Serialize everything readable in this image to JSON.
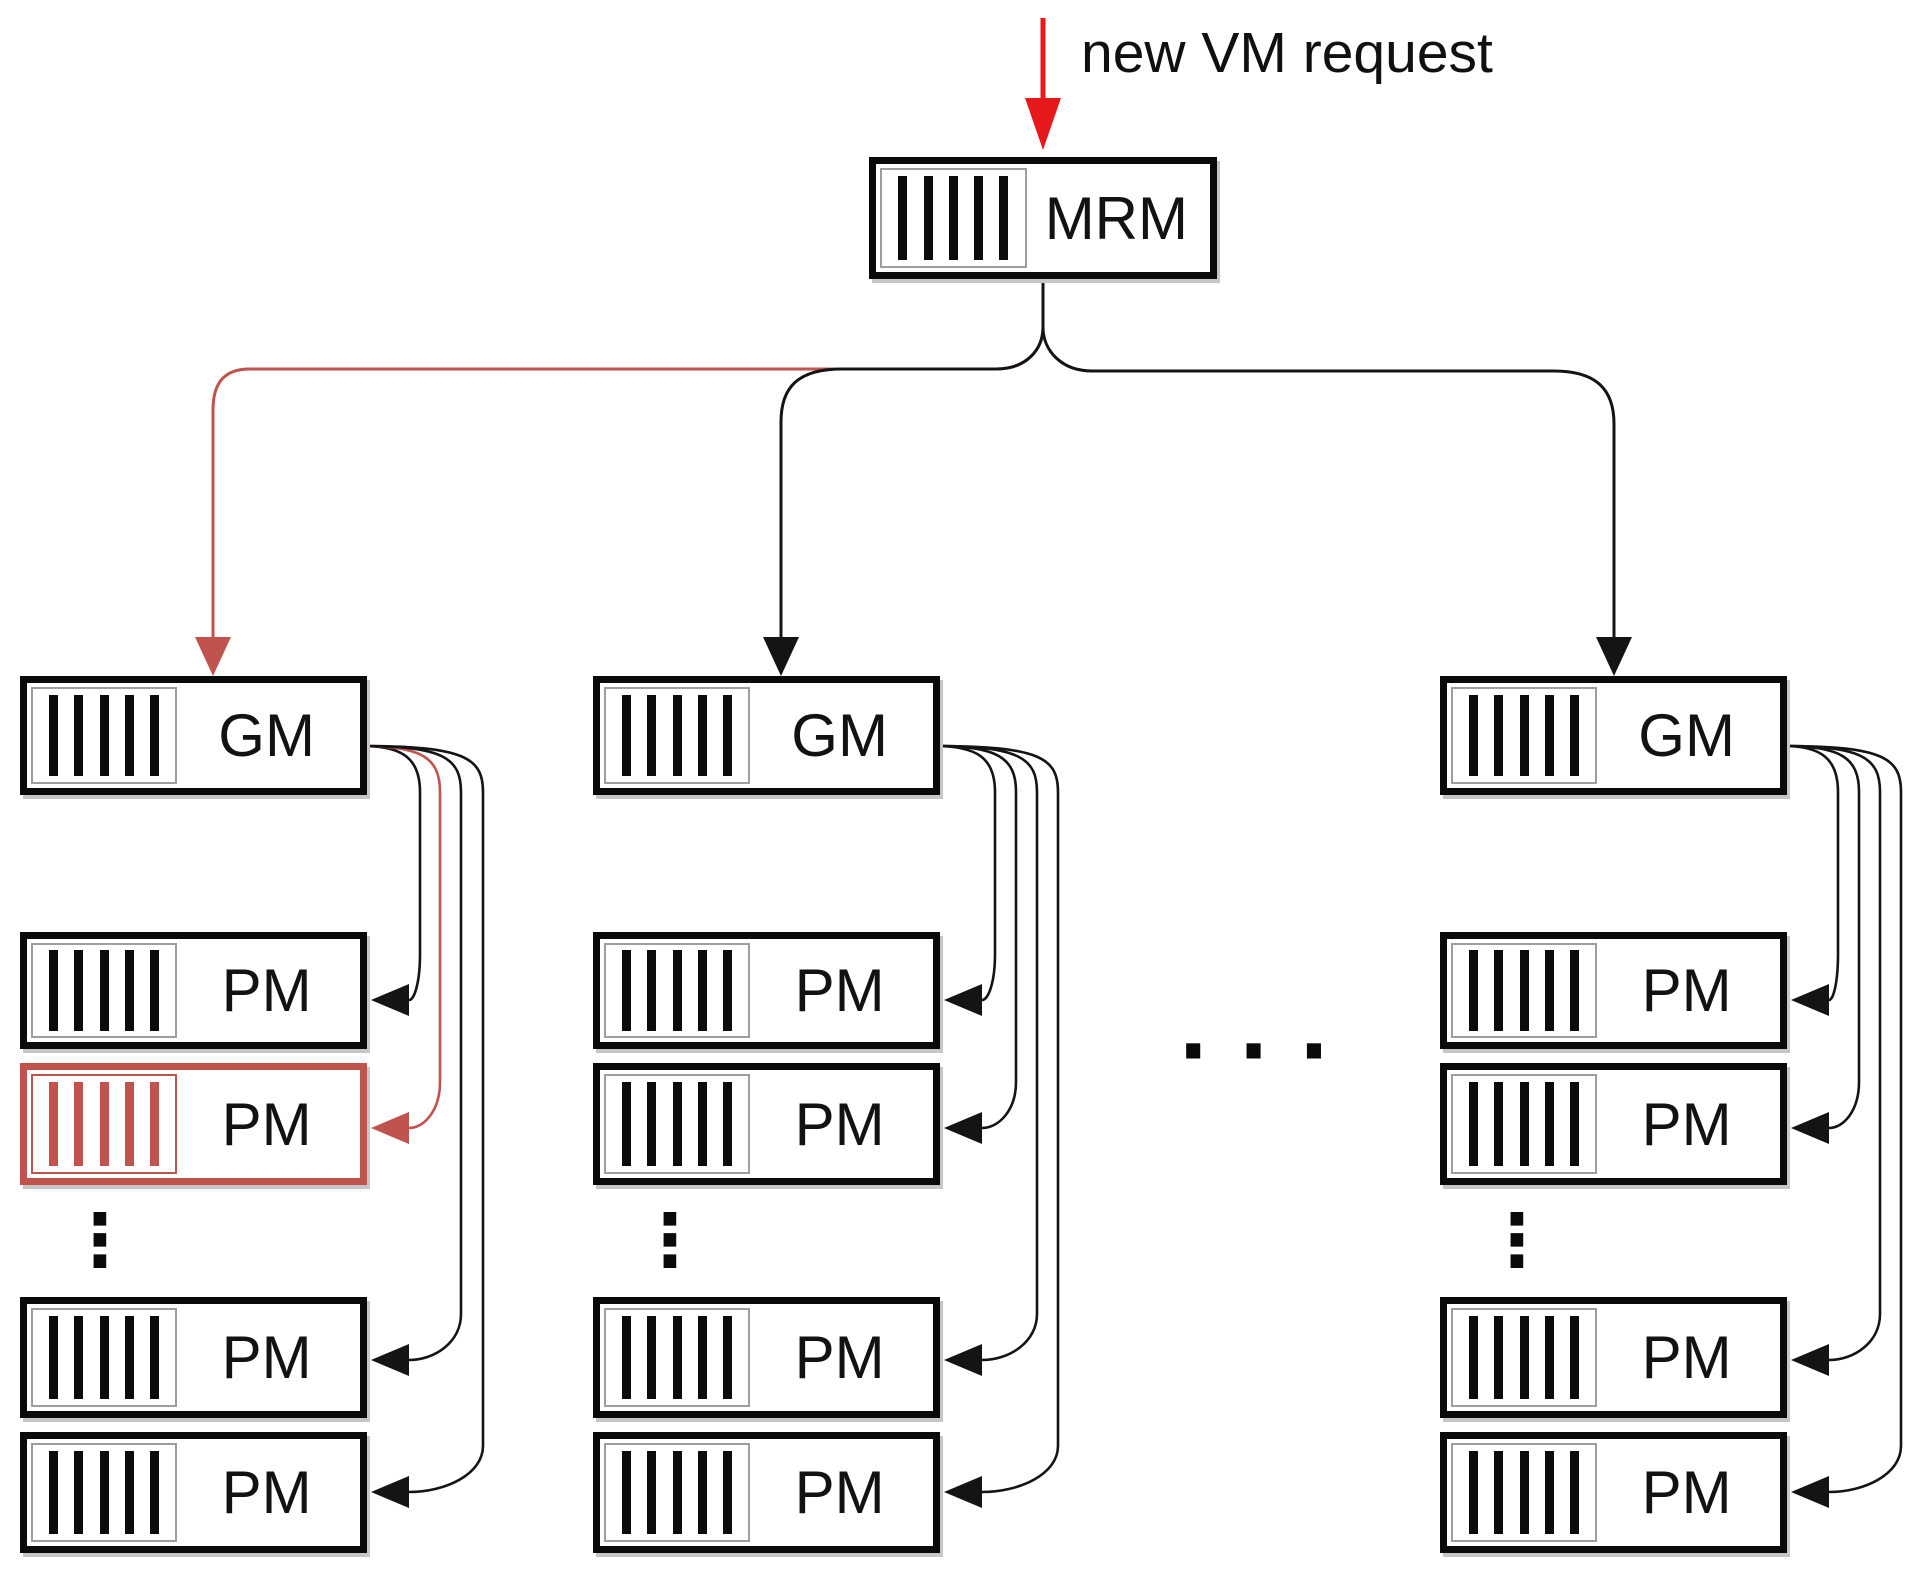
{
  "figure": {
    "annotation": "new VM request",
    "mrm": {
      "label": "MRM"
    },
    "columns": [
      {
        "gm_label": "GM",
        "pm_labels": [
          "PM",
          "PM",
          "PM",
          "PM"
        ],
        "highlighted_pm_index": 1,
        "vertical_ellipsis": "⋮"
      },
      {
        "gm_label": "GM",
        "pm_labels": [
          "PM",
          "PM",
          "PM",
          "PM"
        ],
        "highlighted_pm_index": null,
        "vertical_ellipsis": "⋮"
      },
      {
        "gm_label": "GM",
        "pm_labels": [
          "PM",
          "PM",
          "PM",
          "PM"
        ],
        "highlighted_pm_index": null,
        "vertical_ellipsis": "⋮"
      }
    ],
    "between_columns_ellipsis": "···",
    "colors": {
      "highlight_red": "#c0534e",
      "request_arrow_red": "#e8191c",
      "ink": "#141414"
    }
  }
}
